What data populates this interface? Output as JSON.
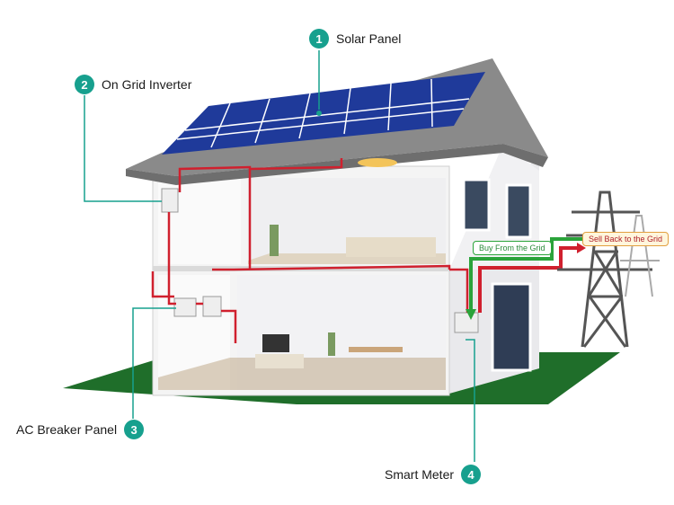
{
  "callouts": [
    {
      "num": "1",
      "label": "Solar Panel"
    },
    {
      "num": "2",
      "label": "On Grid Inverter"
    },
    {
      "num": "3",
      "label": "AC Breaker Panel"
    },
    {
      "num": "4",
      "label": "Smart Meter"
    }
  ],
  "flow_labels": {
    "buy": "Buy From the Grid",
    "sell": "Sell Back to the Grid"
  },
  "colors": {
    "accent": "#17a08e",
    "wire": "#d0202e",
    "buy_arrow": "#2aa33a",
    "sell_arrow": "#d0202e",
    "ground": "#1f6e2a",
    "roof": "#8a8a8a",
    "panel": "#1f3a9a"
  }
}
